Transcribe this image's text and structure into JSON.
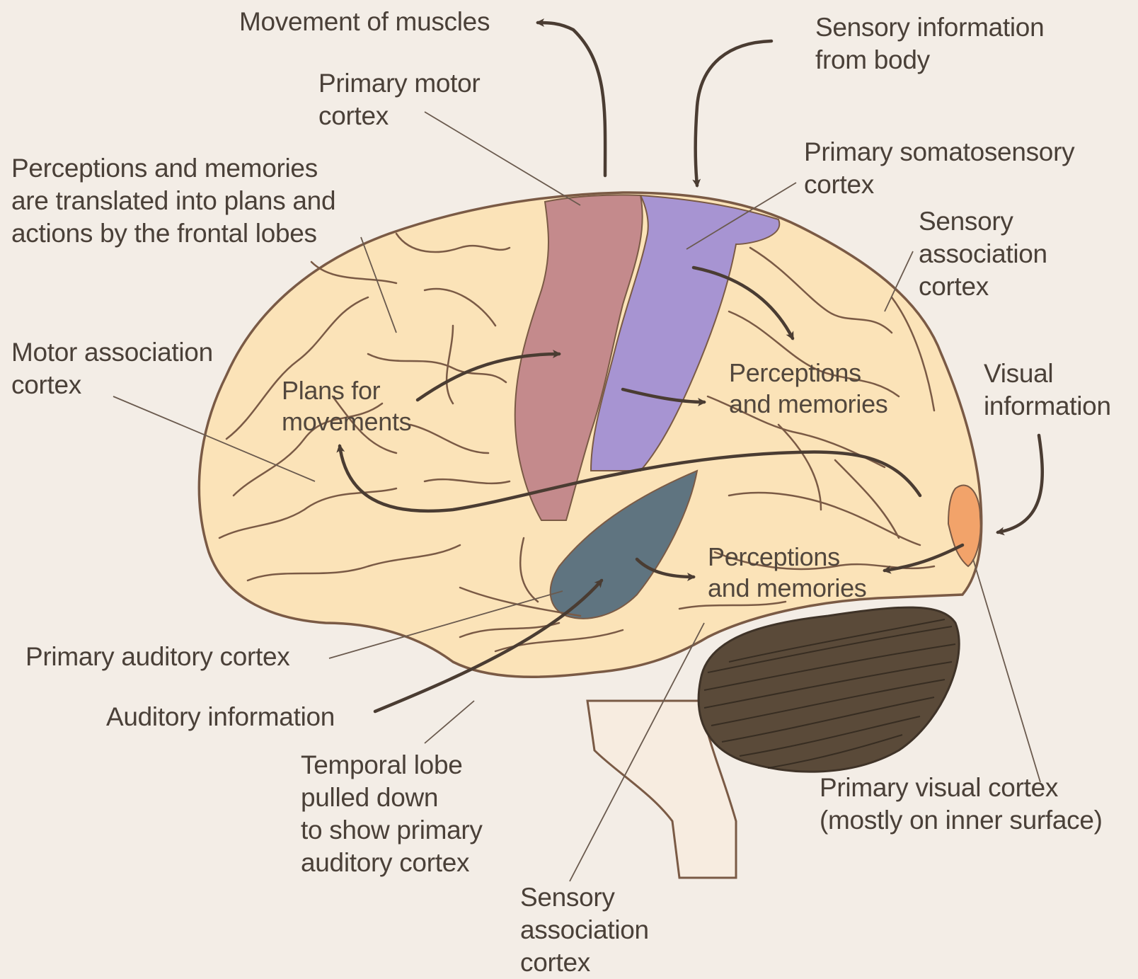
{
  "colors": {
    "background": "#f3ede6",
    "brain_fill": "#fbe3b8",
    "outline": "#7a5a45",
    "primary_motor_cortex": "#c48a8c",
    "primary_somatosensory_cortex": "#a794d2",
    "primary_auditory_cortex": "#5f7480",
    "primary_visual_cortex": "#f2a36a",
    "cerebellum": "#5a4a39",
    "brainstem": "#f7ece0",
    "text": "#4a4038",
    "arrow": "#4a3c32"
  },
  "labels": {
    "movement_of_muscles": "Movement of muscles",
    "sensory_info_body": [
      "Sensory information",
      "from body"
    ],
    "primary_motor_cortex": [
      "Primary motor",
      "cortex"
    ],
    "frontal_lobes": [
      "Perceptions and memories",
      "are translated into plans and",
      "actions by the frontal lobes"
    ],
    "primary_somatosensory_cortex": [
      "Primary somatosensory",
      "cortex"
    ],
    "sensory_association_cortex_top": [
      "Sensory",
      "association",
      "cortex"
    ],
    "motor_association_cortex": [
      "Motor association",
      "cortex"
    ],
    "visual_information": [
      "Visual",
      "information"
    ],
    "plans_for_movements": [
      "Plans for",
      "movements"
    ],
    "perceptions_and_memories_parietal": [
      "Perceptions",
      "and memories"
    ],
    "perceptions_and_memories_temporal": [
      "Perceptions",
      "and memories"
    ],
    "primary_auditory_cortex": "Primary auditory cortex",
    "auditory_information": "Auditory information",
    "temporal_lobe": [
      "Temporal lobe",
      "pulled down",
      "to show primary",
      "auditory cortex"
    ],
    "primary_visual_cortex": [
      "Primary visual cortex",
      "(mostly on inner surface)"
    ],
    "sensory_association_cortex_bottom": [
      "Sensory",
      "association",
      "cortex"
    ]
  }
}
